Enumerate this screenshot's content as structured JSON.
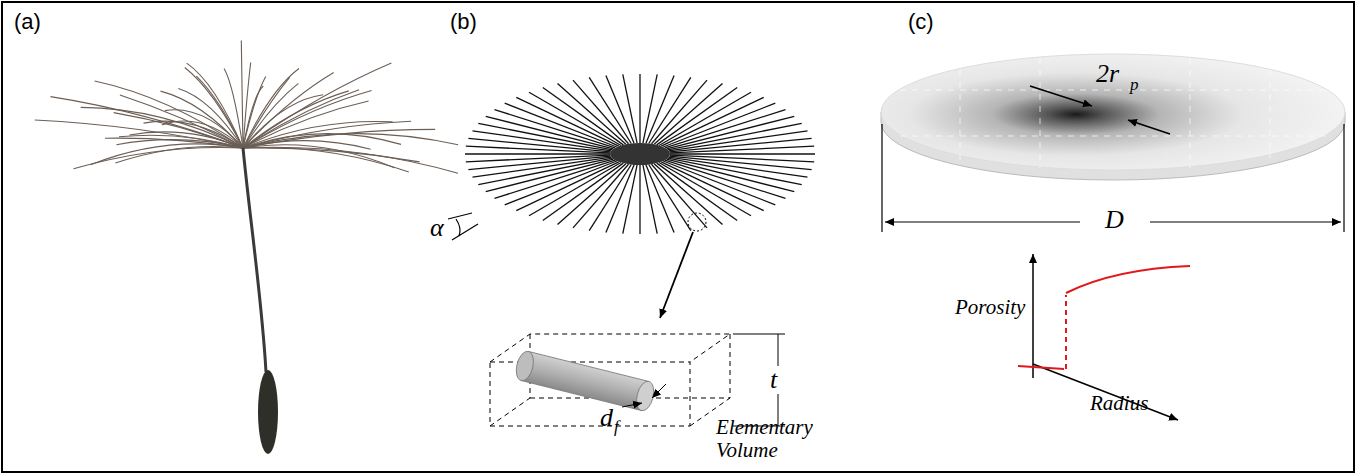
{
  "diagram": {
    "labels": [
      "(a)",
      "(b)",
      "(c)",
      "α",
      "t",
      "d",
      "f",
      "Elementary Volume",
      "2r",
      "p",
      "D",
      "Porosity",
      "Radius"
    ]
  }
}
